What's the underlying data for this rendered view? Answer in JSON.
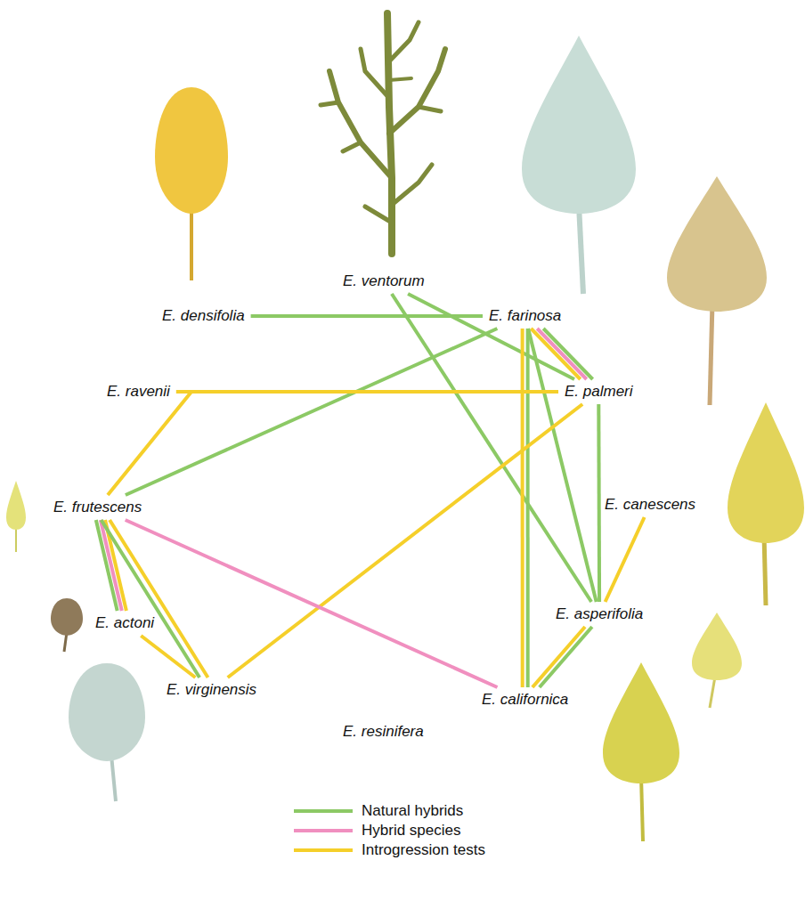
{
  "diagram": {
    "nodes": [
      {
        "text": [
          "E. ventorum"
        ]
      },
      {
        "text": [
          "E. densifolia"
        ]
      },
      {
        "text": [
          "E. farinosa"
        ]
      },
      {
        "text": [
          "E. ravenii"
        ]
      },
      {
        "text": [
          "E. palmeri"
        ]
      },
      {
        "text": [
          "E. frutescens"
        ]
      },
      {
        "text": [
          "E. canescens"
        ]
      },
      {
        "text": [
          "E. actoni"
        ]
      },
      {
        "text": [
          "E. asperifolia"
        ]
      },
      {
        "text": [
          "E. virginensis"
        ]
      },
      {
        "text": [
          "E. resinifera"
        ]
      },
      {
        "text": [
          "E. californica"
        ]
      }
    ],
    "edges": [
      {
        "from": 1,
        "to": 2,
        "arrow": "none"
      },
      {
        "from": 0,
        "to": 4,
        "arrow": "none"
      },
      {
        "from": 0,
        "to": 8,
        "arrow": "none"
      },
      {
        "from": 2,
        "to": 4,
        "arrow": "none"
      },
      {
        "from": 2,
        "to": 4,
        "arrow": "none"
      },
      {
        "from": 2,
        "to": 4,
        "arrow": "none"
      },
      {
        "from": 2,
        "to": 5,
        "arrow": "none"
      },
      {
        "from": 2,
        "to": 11,
        "arrow": "none"
      },
      {
        "from": 2,
        "to": 11,
        "arrow": "none"
      },
      {
        "from": 2,
        "to": 8,
        "arrow": "none"
      },
      {
        "from": 4,
        "to": 8,
        "arrow": "none"
      },
      {
        "from": 8,
        "to": 11,
        "arrow": "none"
      },
      {
        "from": 8,
        "to": 11,
        "arrow": "none"
      },
      {
        "from": 3,
        "to": 4,
        "arrow": "none"
      },
      {
        "from": 3,
        "to": 5,
        "arrow": "none"
      },
      {
        "from": 4,
        "to": 9,
        "arrow": "none"
      },
      {
        "from": 5,
        "to": 7,
        "arrow": "none"
      },
      {
        "from": 5,
        "to": 7,
        "arrow": "none"
      },
      {
        "from": 5,
        "to": 7,
        "arrow": "none"
      },
      {
        "from": 5,
        "to": 9,
        "arrow": "none"
      },
      {
        "from": 5,
        "to": 9,
        "arrow": "none"
      },
      {
        "from": 7,
        "to": 9,
        "arrow": "none"
      },
      {
        "from": 5,
        "to": 11,
        "arrow": "none"
      },
      {
        "from": 6,
        "to": 8,
        "arrow": "none"
      }
    ],
    "legend": [
      {
        "text": "Natural hybrids",
        "color": "#8cc965"
      },
      {
        "text": "Hybrid species",
        "color": "#f08fbf"
      },
      {
        "text": "Introgression tests",
        "color": "#f5cf2a"
      }
    ]
  }
}
